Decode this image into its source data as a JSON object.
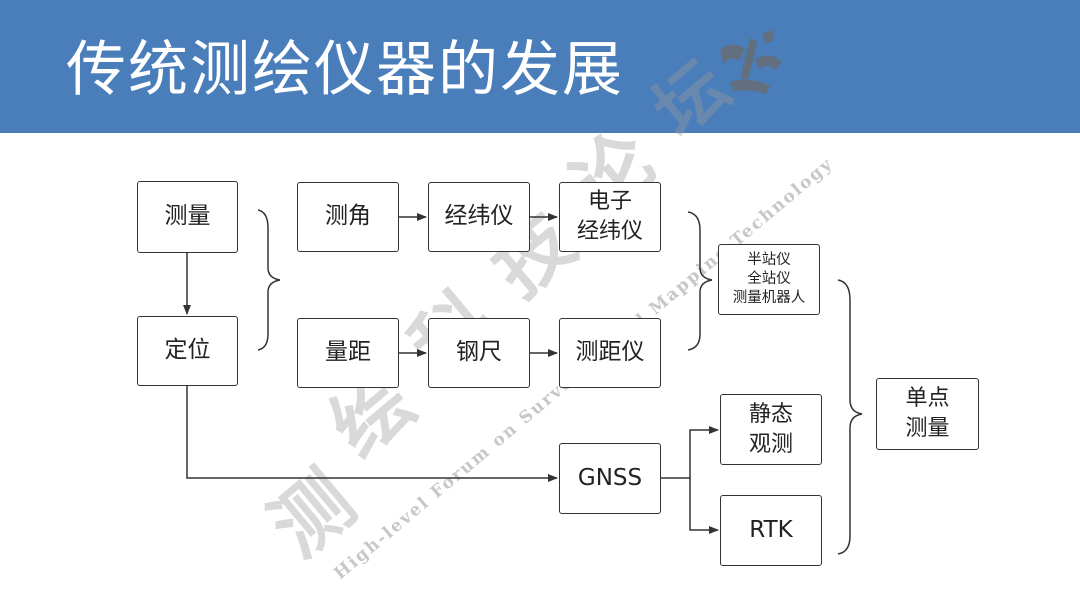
{
  "slide": {
    "title": "传统测绘仪器的发展"
  },
  "watermark": {
    "chars": [
      "测",
      "绘",
      "科",
      "技",
      "论",
      "坛"
    ],
    "english": "High-level Forum on Surveying and Mapping Technology"
  },
  "nodes": {
    "measure": "测量",
    "position": "定位",
    "angle": "测角",
    "distance": "量距",
    "theodolite": "经纬仪",
    "steel_tape": "钢尺",
    "electronic_theodolite": "电子\n经纬仪",
    "rangefinder": "测距仪",
    "total_station_group": "半站仪\n全站仪\n测量机器人",
    "gnss": "GNSS",
    "static": "静态\n观测",
    "rtk": "RTK",
    "single_point": "单点\n测量"
  }
}
